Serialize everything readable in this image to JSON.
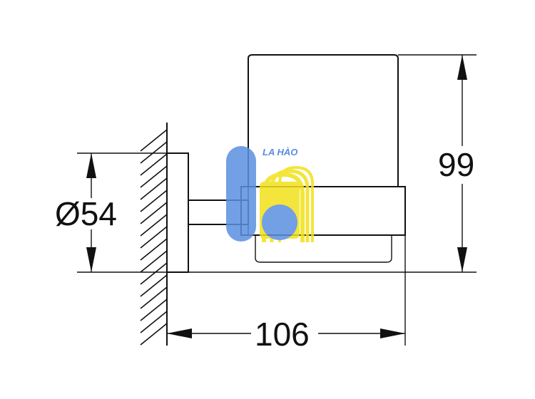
{
  "dimensions": {
    "diameter": "Ø54",
    "width": "106",
    "height": "99"
  },
  "watermark": {
    "text": "LA HÀO",
    "colors": {
      "blue": "#5b8fe0",
      "yellow": "#f2e11a",
      "text": "#3a78e0"
    }
  }
}
